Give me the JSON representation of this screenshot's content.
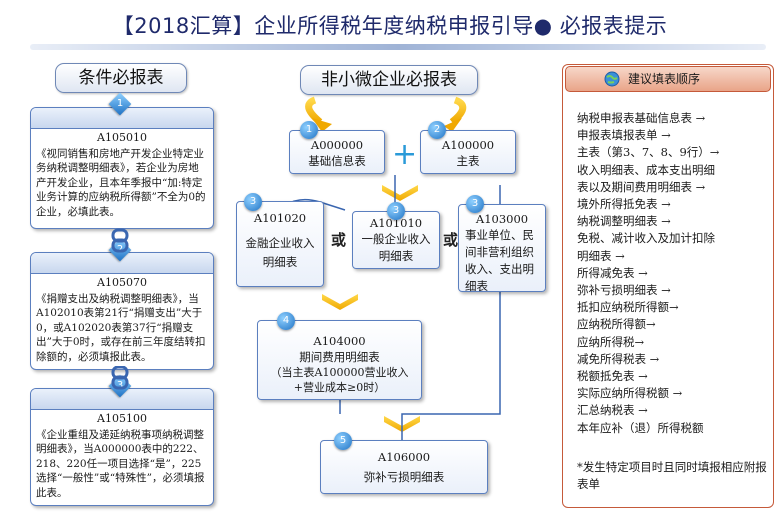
{
  "title": "【2018汇算】企业所得税年度纳税申报引导● 必报表提示",
  "left": {
    "header": "条件必报表",
    "cards": [
      {
        "num": "1",
        "code": "A105010",
        "text": "《视同销售和房地产开发企业特定业务纳税调整明细表》，若企业为房地产开发企业，且本年季报中“加:特定业务计算的应纳税所得额”不全为0的企业，必填此表。"
      },
      {
        "num": "2",
        "code": "A105070",
        "text": "《捐赠支出及纳税调整明细表》，当A102010表第21行“捐赠支出”大于0，或A102020表第37行“捐赠支出”大于0时，或存在前三年度结转扣除额的，必须填报此表。"
      },
      {
        "num": "3",
        "code": "A105100",
        "text": "《企业重组及递延纳税事项纳税调整明细表》，当A000000表中的222、218、220任一项目选择“是”，225选择“一般性”或“特殊性”，必须填报此表。"
      }
    ]
  },
  "center": {
    "header": "非小微企业必报表",
    "plus": "+",
    "or": "或",
    "boxes": [
      {
        "num": "1",
        "code": "A000000",
        "label": "基础信息表"
      },
      {
        "num": "2",
        "code": "A100000",
        "label": "主表"
      },
      {
        "num": "3",
        "code": "A101020",
        "label": "金融企业收入明细表"
      },
      {
        "num": "3",
        "code": "A101010",
        "label": "一般企业收入明细表"
      },
      {
        "num": "3",
        "code": "A103000",
        "label": "事业单位、民间非营利组织收入、支出明细表"
      },
      {
        "num": "4",
        "code": "A104000",
        "label": "期间费用明细表",
        "sub": "（当主表A100000营业收入+营业成本≥0时）"
      },
      {
        "num": "5",
        "code": "A106000",
        "label": "弥补亏损明细表"
      }
    ]
  },
  "right": {
    "header": "建议填表顺序",
    "icon": "globe-icon",
    "lines": [
      "纳税申报表基础信息表 →",
      "申报表填报表单 →",
      "主表（第3、7、8、9行）→",
      "收入明细表、成本支出明细",
      "表以及期间费用明细表 →",
      "境外所得抵免表 →",
      "纳税调整明细表 →",
      "免税、减计收入及加计扣除",
      "明细表 →",
      "所得减免表 →",
      "弥补亏损明细表 →",
      "抵扣应纳税所得额→",
      "应纳税所得额→",
      "应纳所得税→",
      "减免所得税表 →",
      "税额抵免表 →",
      "实际应纳所得税额 →",
      "汇总纳税表 →",
      "本年应补（退）所得税额"
    ],
    "note": "*发生特定项目时且同时填报相应附报表单"
  },
  "colors": {
    "accent": "#5b7fbf",
    "arrow": "#f0b400",
    "panel": "#c55a3a"
  }
}
